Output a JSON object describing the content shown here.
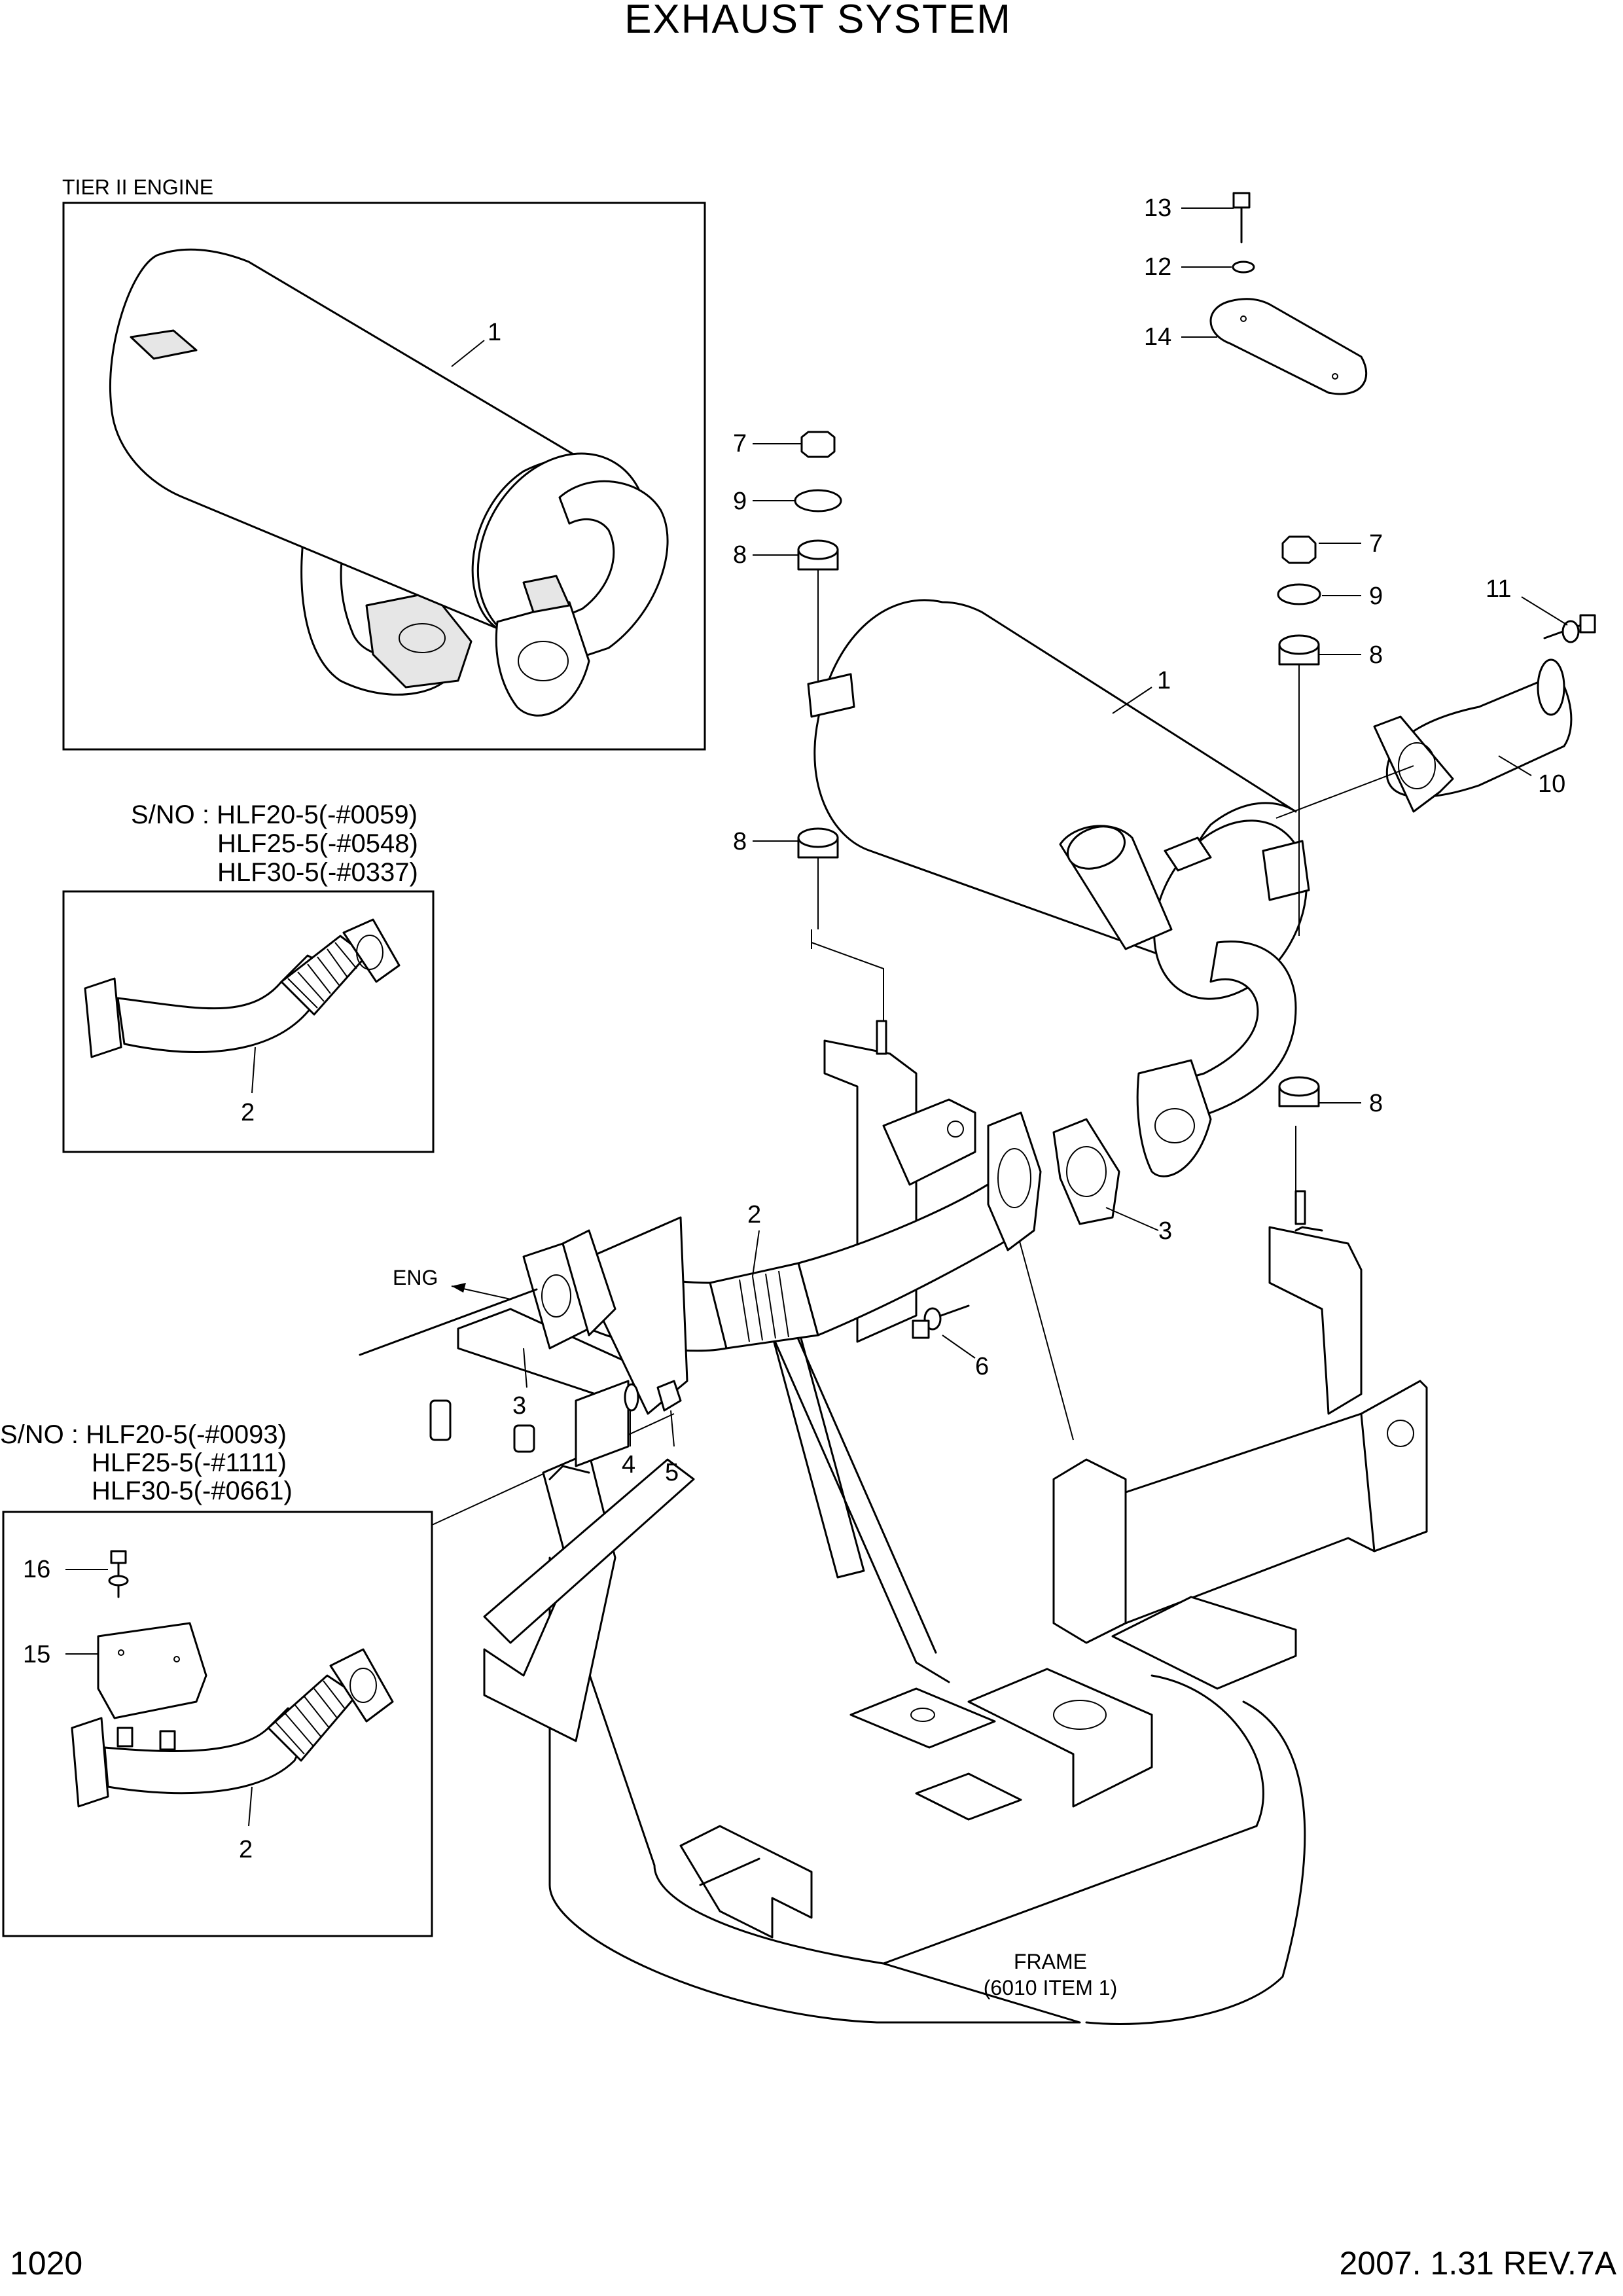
{
  "title": "EXHAUST SYSTEM",
  "insets": {
    "tier2": {
      "label": "TIER II ENGINE"
    },
    "sno_a": {
      "lines": [
        "S/NO : HLF20-5(-#0059)",
        "HLF25-5(-#0548)",
        "HLF30-5(-#0337)"
      ]
    },
    "sno_b": {
      "lines": [
        "S/NO : HLF20-5(-#0093)",
        "HLF25-5(-#1111)",
        "HLF30-5(-#0661)"
      ]
    }
  },
  "callouts": {
    "c13": "13",
    "c12": "12",
    "c14": "14",
    "c7a": "7",
    "c9a": "9",
    "c8a": "8",
    "c8b": "8",
    "c7b": "7",
    "c9b": "9",
    "c8c": "8",
    "c8d": "8",
    "c11": "11",
    "c10": "10",
    "c1": "1",
    "c1_inset": "1",
    "c2_inset_a": "2",
    "c2": "2",
    "c3": "3",
    "c3b": "3",
    "c4": "4",
    "c5": "5",
    "c6": "6",
    "c16": "16",
    "c15": "15",
    "c2_inset_b": "2"
  },
  "labels": {
    "eng": "ENG",
    "frame_line1": "FRAME",
    "frame_line2": "(6010 ITEM 1)"
  },
  "footer": {
    "page_number": "1020",
    "revision": "2007. 1.31  REV.7A"
  }
}
